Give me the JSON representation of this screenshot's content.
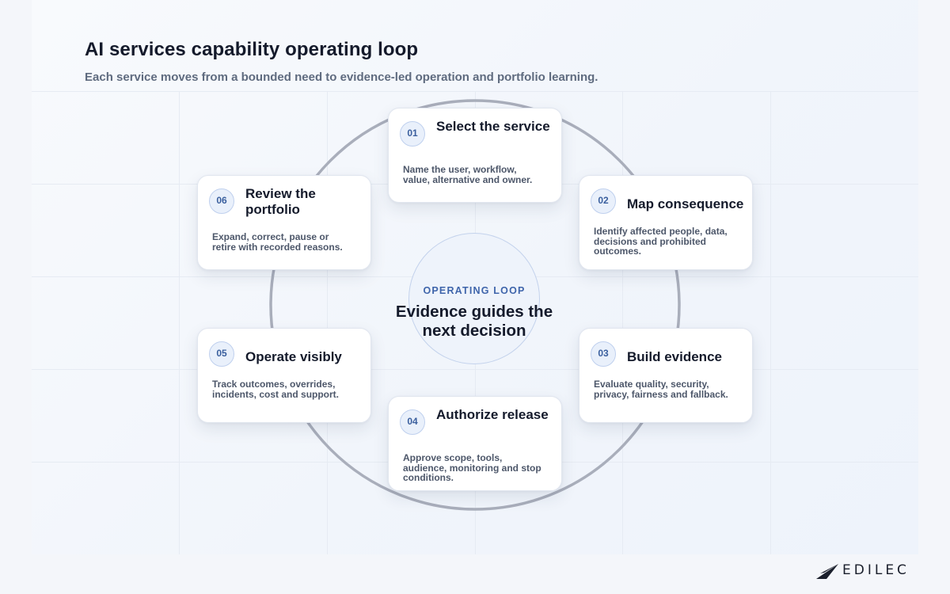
{
  "header": {
    "title": "AI services capability operating loop",
    "subtitle": "Each service moves from a bounded need to evidence-led operation and portfolio learning."
  },
  "center": {
    "eyebrow": "OPERATING LOOP",
    "title": "Evidence guides the next decision"
  },
  "steps": [
    {
      "number": "01",
      "title": "Select the service",
      "description": "Name the user, workflow, value, alternative and owner."
    },
    {
      "number": "02",
      "title": "Map consequence",
      "description": "Identify affected people, data, decisions and prohibited outcomes."
    },
    {
      "number": "03",
      "title": "Build evidence",
      "description": "Evaluate quality, security, privacy, fairness and fallback."
    },
    {
      "number": "04",
      "title": "Authorize release",
      "description": "Approve scope, tools, audience, monitoring and stop conditions."
    },
    {
      "number": "05",
      "title": "Operate visibly",
      "description": "Track outcomes, overrides, incidents, cost and support."
    },
    {
      "number": "06",
      "title": "Review the portfolio",
      "description": "Expand, correct, pause or retire with recorded reasons."
    }
  ],
  "brand": {
    "name": "EDILEC"
  },
  "colors": {
    "accent": "#3f65ab",
    "loop_ring": "#a9aebb",
    "title_text": "#141a2b",
    "badge_fill": "#e9f0fb"
  }
}
